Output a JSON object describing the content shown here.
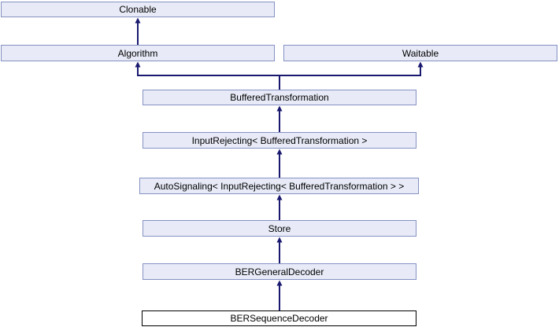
{
  "colors": {
    "page-bg": "#ffffff",
    "node-fill": "#e8ebf7",
    "node-border": "#8491c3",
    "edge": "#191970",
    "current-fill": "#ffffff",
    "current-border": "#000000",
    "text": "#000000"
  },
  "diagram": {
    "type": "class-inheritance-diagram",
    "current_class": "BERSequenceDecoder",
    "nodes": [
      {
        "label": "Clonable",
        "current": false
      },
      {
        "label": "Algorithm",
        "current": false
      },
      {
        "label": "Waitable",
        "current": false
      },
      {
        "label": "BufferedTransformation",
        "current": false
      },
      {
        "label": "InputRejecting< BufferedTransformation >",
        "current": false
      },
      {
        "label": "AutoSignaling< InputRejecting< BufferedTransformation > >",
        "current": false
      },
      {
        "label": "Store",
        "current": false
      },
      {
        "label": "BERGeneralDecoder",
        "current": false
      },
      {
        "label": "BERSequenceDecoder",
        "current": true
      }
    ],
    "edges": [
      {
        "from": "Algorithm",
        "to": "Clonable"
      },
      {
        "from": "BufferedTransformation",
        "to": "Algorithm"
      },
      {
        "from": "BufferedTransformation",
        "to": "Waitable"
      },
      {
        "from": "InputRejecting< BufferedTransformation >",
        "to": "BufferedTransformation"
      },
      {
        "from": "AutoSignaling< InputRejecting< BufferedTransformation > >",
        "to": "InputRejecting< BufferedTransformation >"
      },
      {
        "from": "Store",
        "to": "AutoSignaling< InputRejecting< BufferedTransformation > >"
      },
      {
        "from": "BERGeneralDecoder",
        "to": "Store"
      },
      {
        "from": "BERSequenceDecoder",
        "to": "BERGeneralDecoder"
      }
    ]
  }
}
